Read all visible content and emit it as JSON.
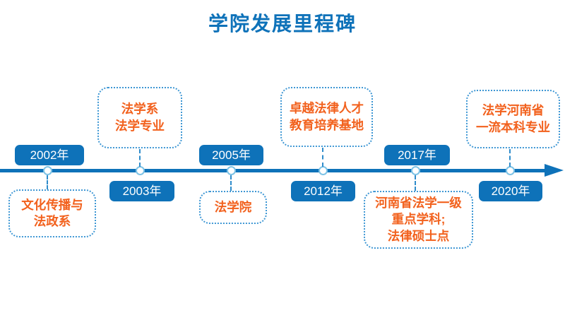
{
  "page": {
    "title": "学院发展里程碑"
  },
  "colors": {
    "primary_blue": "#0e72b9",
    "marker_stroke_blue": "#7ec3e6",
    "connector_dash_blue": "#2f8ccb",
    "callout_border_blue": "#3e97d4",
    "accent_orange": "#f2611d",
    "background": "#ffffff"
  },
  "timeline": {
    "type": "horizontal-arrow-timeline",
    "direction": "left-to-right",
    "milestones": [
      {
        "year": "2002年",
        "year_position": "above-line",
        "detail": "文化传播与\n法政系",
        "detail_position": "below-line"
      },
      {
        "year": "2003年",
        "year_position": "below-line",
        "detail": "法学系\n法学专业",
        "detail_position": "above-line"
      },
      {
        "year": "2005年",
        "year_position": "above-line",
        "detail": "法学院",
        "detail_position": "below-line"
      },
      {
        "year": "2012年",
        "year_position": "below-line",
        "detail": "卓越法律人才\n教育培养基地",
        "detail_position": "above-line"
      },
      {
        "year": "2017年",
        "year_position": "above-line",
        "detail": "河南省法学一级\n重点学科;\n法律硕士点",
        "detail_position": "below-line"
      },
      {
        "year": "2020年",
        "year_position": "below-line",
        "detail": "法学河南省\n一流本科专业",
        "detail_position": "above-line"
      }
    ]
  }
}
